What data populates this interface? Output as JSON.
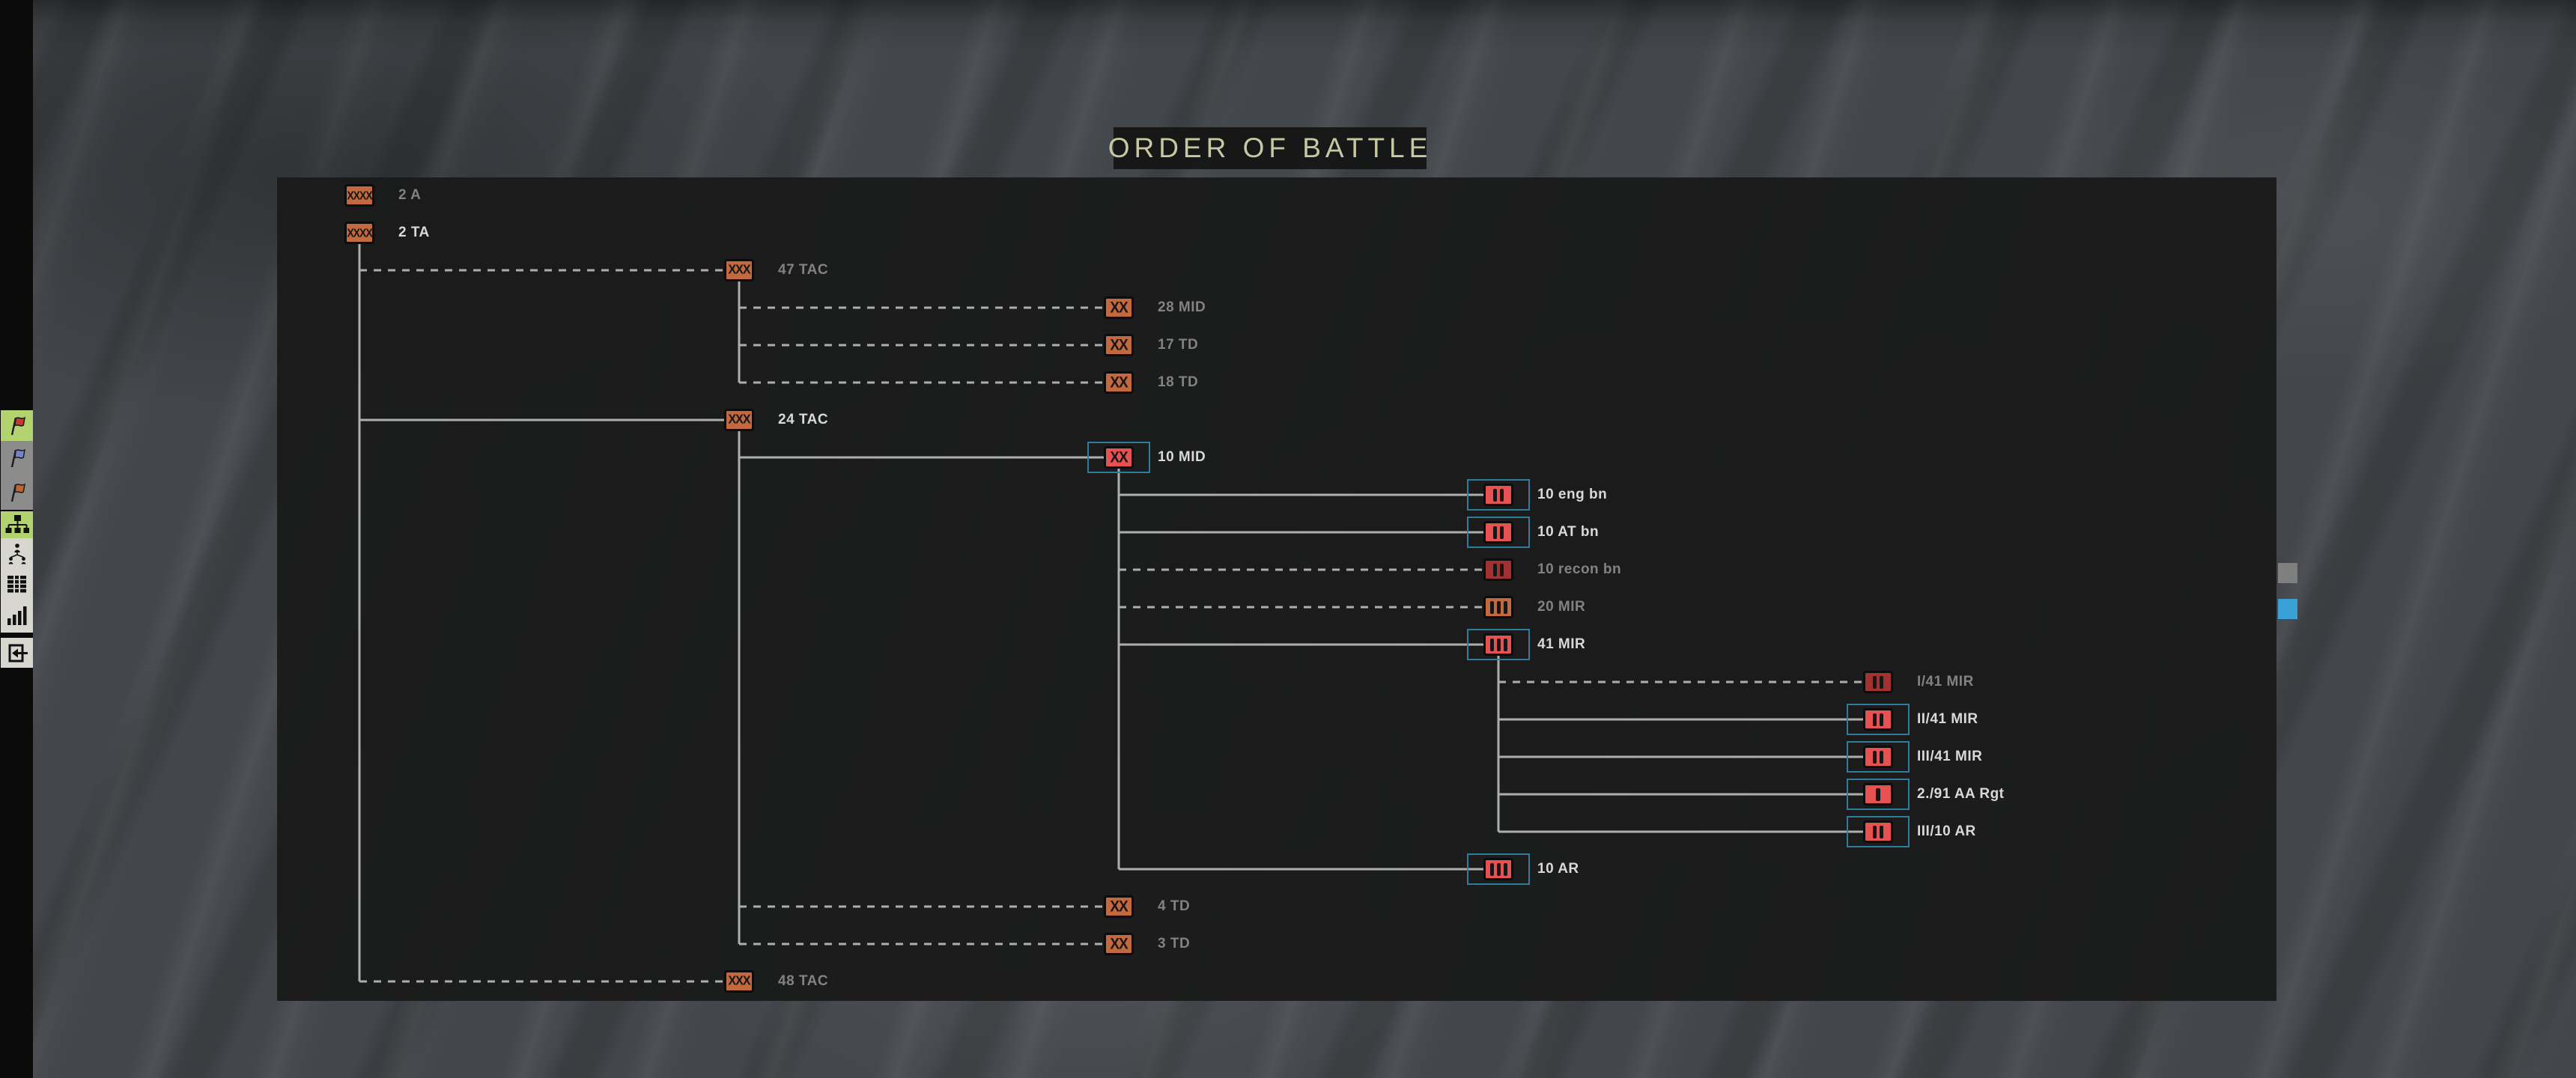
{
  "title": "ORDER OF BATTLE",
  "colors": {
    "selection_box": "#2e7d9c",
    "icon_orange": "#c2693f",
    "icon_red": "#e65252",
    "icon_darkred": "#a23232",
    "label_bright": "#d9d9d9",
    "label_dim": "#828282",
    "connector_line": "#aeaeae",
    "title_text": "#c6c8a2",
    "sidebar_selected_bg": "#b2d36f",
    "sidebar_gray_bg": "#8c8c8c",
    "sidebar_light_bg": "#d7d7cf"
  },
  "sidebar": {
    "buttons": [
      {
        "name": "red-flag",
        "icon": "flag",
        "flag_color": "#c23b2c",
        "bg": "#b2d36f",
        "selected": true
      },
      {
        "name": "blue-flag",
        "icon": "flag",
        "flag_color": "#7482cc",
        "bg": "#8c8c8c",
        "selected": false
      },
      {
        "name": "orange-flag",
        "icon": "flag",
        "flag_color": "#bf6530",
        "bg": "#8c8c8c",
        "selected": false
      },
      {
        "name": "org-chart",
        "icon": "org-chart",
        "bg": "#b2d36f",
        "selected": true
      },
      {
        "name": "people-chart",
        "icon": "people-chart",
        "bg": "#d7d7cf",
        "selected": false
      },
      {
        "name": "data-grid",
        "icon": "data-grid",
        "bg": "#d7d7cf",
        "selected": false
      },
      {
        "name": "bar-chart",
        "icon": "bar-chart",
        "bg": "#d7d7cf",
        "selected": false
      },
      {
        "name": "exit",
        "icon": "exit",
        "bg": "#d7d7cf",
        "selected": false
      }
    ]
  },
  "legend": {
    "squares": [
      {
        "name": "gray-square",
        "color": "#7f7f7f"
      },
      {
        "name": "blue-square",
        "color": "#3aa0d8"
      }
    ]
  },
  "oob": {
    "units": [
      {
        "label": "2 A",
        "echelon": "XXXX",
        "row": 0,
        "level": 0,
        "variant": "orange",
        "dim": true,
        "box": false,
        "parent": null,
        "line": null
      },
      {
        "label": "2 TA",
        "echelon": "XXXX",
        "row": 1,
        "level": 0,
        "variant": "orange",
        "dim": false,
        "box": false,
        "parent": null,
        "line": null
      },
      {
        "label": "47 TAC",
        "echelon": "XXX",
        "row": 2,
        "level": 1,
        "variant": "orange",
        "dim": true,
        "box": false,
        "parent": 1,
        "line": "dashed"
      },
      {
        "label": "28 MID",
        "echelon": "XX",
        "row": 3,
        "level": 2,
        "variant": "orange",
        "dim": true,
        "box": false,
        "parent": 2,
        "line": "dashed"
      },
      {
        "label": "17 TD",
        "echelon": "XX",
        "row": 4,
        "level": 2,
        "variant": "orange",
        "dim": true,
        "box": false,
        "parent": 2,
        "line": "dashed"
      },
      {
        "label": "18 TD",
        "echelon": "XX",
        "row": 5,
        "level": 2,
        "variant": "orange",
        "dim": true,
        "box": false,
        "parent": 2,
        "line": "dashed"
      },
      {
        "label": "24 TAC",
        "echelon": "XXX",
        "row": 6,
        "level": 1,
        "variant": "orange",
        "dim": false,
        "box": false,
        "parent": 1,
        "line": "solid"
      },
      {
        "label": "10 MID",
        "echelon": "XX",
        "row": 7,
        "level": 2,
        "variant": "red",
        "dim": false,
        "box": true,
        "parent": 6,
        "line": "solid"
      },
      {
        "label": "10 eng bn",
        "echelon": "II",
        "row": 8,
        "level": 3,
        "variant": "red",
        "dim": false,
        "box": true,
        "parent": 7,
        "line": "solid"
      },
      {
        "label": "10 AT bn",
        "echelon": "II",
        "row": 9,
        "level": 3,
        "variant": "red",
        "dim": false,
        "box": true,
        "parent": 7,
        "line": "solid"
      },
      {
        "label": "10 recon bn",
        "echelon": "II",
        "row": 10,
        "level": 3,
        "variant": "darkred",
        "dim": true,
        "box": false,
        "parent": 7,
        "line": "dashed"
      },
      {
        "label": "20 MIR",
        "echelon": "III",
        "row": 11,
        "level": 3,
        "variant": "orange",
        "dim": true,
        "box": false,
        "parent": 7,
        "line": "dashed"
      },
      {
        "label": "41 MIR",
        "echelon": "III",
        "row": 12,
        "level": 3,
        "variant": "red",
        "dim": false,
        "box": true,
        "parent": 7,
        "line": "solid"
      },
      {
        "label": "I/41 MIR",
        "echelon": "II",
        "row": 13,
        "level": 4,
        "variant": "darkred",
        "dim": true,
        "box": false,
        "parent": 12,
        "line": "dashed"
      },
      {
        "label": "II/41 MIR",
        "echelon": "II",
        "row": 14,
        "level": 4,
        "variant": "red",
        "dim": false,
        "box": true,
        "parent": 12,
        "line": "solid"
      },
      {
        "label": "III/41 MIR",
        "echelon": "II",
        "row": 15,
        "level": 4,
        "variant": "red",
        "dim": false,
        "box": true,
        "parent": 12,
        "line": "solid"
      },
      {
        "label": "2./91 AA Rgt",
        "echelon": "I",
        "row": 16,
        "level": 4,
        "variant": "red",
        "dim": false,
        "box": true,
        "parent": 12,
        "line": "solid"
      },
      {
        "label": "III/10 AR",
        "echelon": "II",
        "row": 17,
        "level": 4,
        "variant": "red",
        "dim": false,
        "box": true,
        "parent": 12,
        "line": "solid"
      },
      {
        "label": "10 AR",
        "echelon": "III",
        "row": 18,
        "level": 3,
        "variant": "red",
        "dim": false,
        "box": true,
        "parent": 7,
        "line": "solid"
      },
      {
        "label": "4 TD",
        "echelon": "XX",
        "row": 19,
        "level": 2,
        "variant": "orange",
        "dim": true,
        "box": false,
        "parent": 6,
        "line": "dashed"
      },
      {
        "label": "3 TD",
        "echelon": "XX",
        "row": 20,
        "level": 2,
        "variant": "orange",
        "dim": true,
        "box": false,
        "parent": 6,
        "line": "dashed"
      },
      {
        "label": "48 TAC",
        "echelon": "XXX",
        "row": 21,
        "level": 1,
        "variant": "orange",
        "dim": true,
        "box": false,
        "parent": 1,
        "line": "dashed"
      }
    ]
  }
}
